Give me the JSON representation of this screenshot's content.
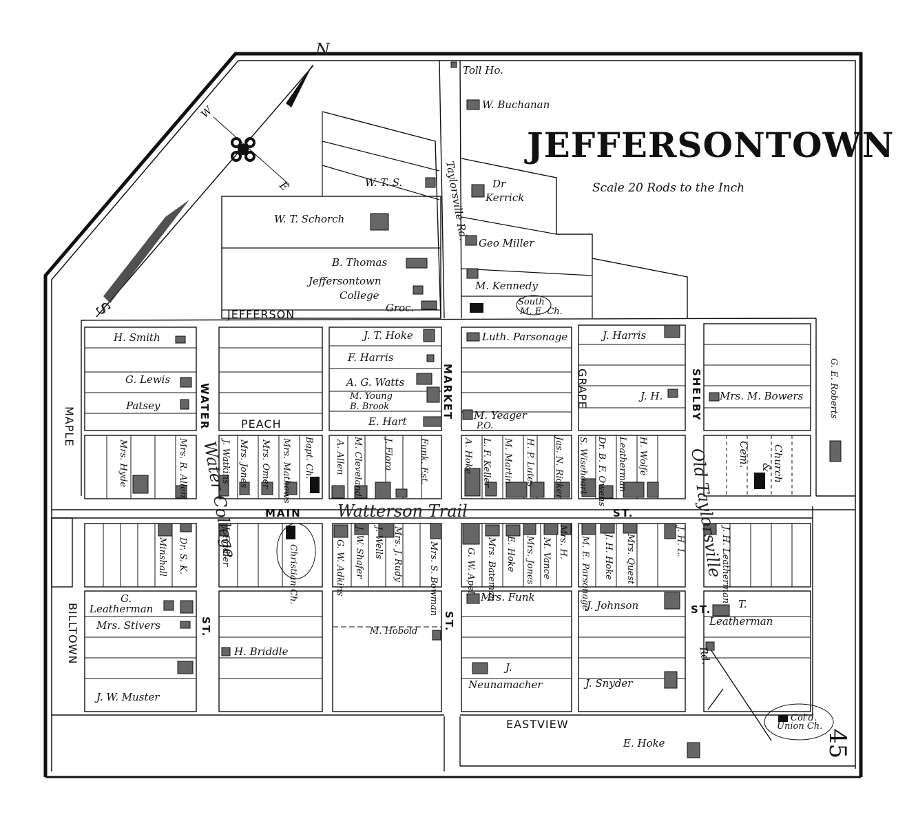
{
  "map": {
    "title": "JEFFERSONTOWN",
    "scale": "Scale 20 Rods to the Inch",
    "page_number": "45",
    "compass": {
      "n": "N",
      "s": "S",
      "e": "E",
      "w": "W"
    },
    "streets": {
      "jefferson": "JEFFERSON",
      "peach": "PEACH",
      "maple": "MAPLE",
      "billtown": "BILLTOWN",
      "eastview": "EASTVIEW",
      "water": "WATER",
      "st_water": "ST.",
      "market": "MARKET",
      "st_market": "ST.",
      "grape": "GRAPE",
      "shelby": "SHELBY",
      "main": "MAIN",
      "st_main": "ST.",
      "st_taylorsville": "ST.",
      "taylorsville_rd": "Taylorsville Rd.",
      "rd": "Rd."
    },
    "handwritten": {
      "watterson_trail": "Watterson Trail",
      "water_college": "Water College",
      "old_taylorsville": "Old Taylorsville"
    },
    "owners": {
      "toll_ho": "Toll Ho.",
      "w_buchanan": "W. Buchanan",
      "wts": "W. T. S.",
      "dr_kerrick_1": "Dr",
      "dr_kerrick_2": "Kerrick",
      "wt_schorch": "W. T. Schorch",
      "geo_miller": "Geo Miller",
      "b_thomas": "B. Thomas",
      "jt_college_1": "Jeffersontown",
      "jt_college_2": "College",
      "groc": "Groc.",
      "m_kennedy": "M. Kennedy",
      "south_me_1": "South",
      "south_me_2": "M. E. Ch.",
      "h_smith": "H. Smith",
      "g_lewis": "G. Lewis",
      "patsey": "Patsey",
      "jt_hoke": "J. T. Hoke",
      "f_harris": "F. Harris",
      "ag_watts": "A. G. Watts",
      "m_young": "M. Young",
      "b_brook": "B. Brook",
      "e_hart": "E. Hart",
      "luth_parsonage": "Luth. Parsonage",
      "m_yeager": "M. Yeager",
      "po": "P.O.",
      "j_harris": "J. Harris",
      "jh": "J. H.",
      "mrs_m_bowers": "Mrs. M. Bowers",
      "ge_roberts": "G. E. Roberts",
      "church_cem_1": "Church",
      "church_cem_2": "&",
      "church_cem_3": "Cem.",
      "mrs_hyde": "Mrs. Hyde",
      "mrs_r_allen": "Mrs. R. Allen",
      "j_watkins": "J. Watkins",
      "mrs_jones": "Mrs. Jones",
      "mrs_omer": "Mrs. Omer",
      "mrs_mathews": "Mrs. Mathews",
      "bapt_ch": "Bapt. Ch.",
      "a_allen": "A. Allen",
      "m_cleveland": "M. Cleveland",
      "j_flora": "J. Flora",
      "funk_est": "Funk. Est.",
      "a_hoke": "A. Hoke",
      "lf_keller": "L. F. Keller",
      "m_martin": "M. Martin",
      "hp_lutes": "H. P. Lutes",
      "jas_n_ricker": "Jas. N. Ricker",
      "s_wiseheart": "S. Wiseheart",
      "dr_bf_owens": "Dr. B. F. Owens",
      "leatherman_1": "Leatherman",
      "h_wolfe": "H. Wolfe",
      "minshall": "Minshall",
      "dr_sk": "Dr. S. K.",
      "j_fridler": "J. Fridler",
      "christian_ch": "Christian Ch.",
      "gw_adkins": "G. W. Adkins",
      "jw_shafer": "J. W. Shafer",
      "j_wells": "J. Wells",
      "mrs_j_rudy": "Mrs. J. Rudy",
      "mrs_s_bowman": "Mrs. S. Bowman",
      "gw_apel": "G. W. Apel",
      "mrs_bateman": "Mrs. Bateman",
      "e_hoke_1": "E. Hoke",
      "mrs_jones_2": "Mrs. Jones",
      "m_vance": "M. Vance",
      "mrs_h": "Mrs. H.",
      "me_parsonage": "M. E. Parsonage",
      "jh_hoke": "J. H. Hoke",
      "mrs_quest": "Mrs. Quest",
      "jhl": "J. H. L.",
      "jh_leatherman": "J. H. Leatherman",
      "g_leatherman_1": "G.",
      "g_leatherman_2": "Leatherman",
      "mrs_stivers": "Mrs. Stivers",
      "h_briddle": "H. Briddle",
      "jw_muster": "J. W. Muster",
      "m_hobold": "M. Hobold",
      "mrs_funk": "Mrs. Funk",
      "j_neunamacher_1": "J.",
      "j_neunamacher_2": "Neunamacher",
      "j_johnson": "J. Johnson",
      "j_snyder": "J. Snyder",
      "t_leatherman_1": "T.",
      "t_leatherman_2": "Leatherman",
      "col_union_ch_1": "Col'd.",
      "col_union_ch_2": "Union Ch.",
      "e_hoke_2": "E. Hoke"
    }
  }
}
